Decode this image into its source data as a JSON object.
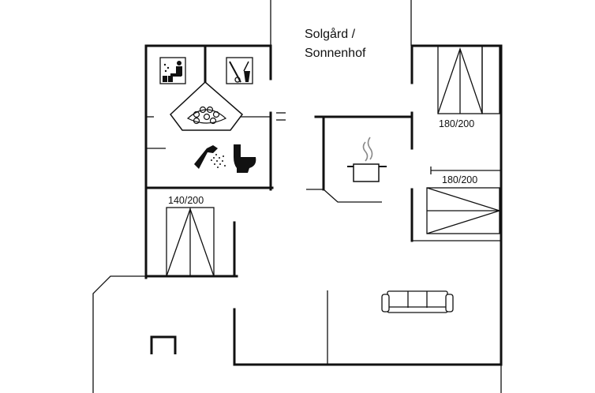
{
  "title_line1": "Solgård /",
  "title_line2": "Sonnenhof",
  "beds": [
    {
      "label": "180/200"
    },
    {
      "label": "180/200"
    },
    {
      "label": "140/200"
    }
  ],
  "icons": [
    "sauna-icon",
    "washing-machine-icon",
    "whirlpool-icon",
    "shower-icon",
    "toilet-icon",
    "kitchen-pot-icon",
    "sofa-icon",
    "fireplace-icon"
  ],
  "colors": {
    "line": "#111111",
    "background": "#ffffff"
  }
}
